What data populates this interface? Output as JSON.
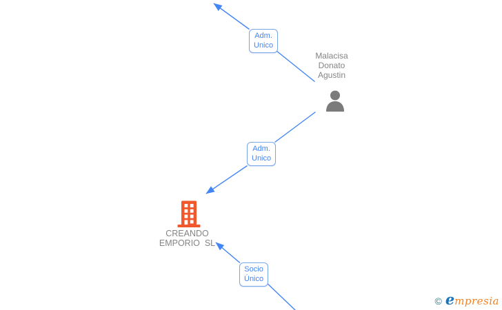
{
  "diagram": {
    "person_node": {
      "icon": "person-icon",
      "name_line1": "Malacisa",
      "name_line2": "Donato",
      "name_line3": "Agustin"
    },
    "company_node": {
      "icon": "building-icon",
      "name_line1": "CREANDO",
      "name_line2": "EMPORIO  SL"
    },
    "edge_labels": {
      "top": {
        "line1": "Adm.",
        "line2": "Unico"
      },
      "middle": {
        "line1": "Adm.",
        "line2": "Unico"
      },
      "bottom": {
        "line1": "Socio",
        "line2": "Único"
      }
    }
  },
  "footer": {
    "copyright_symbol": "©",
    "brand_initial": "e",
    "brand_rest": "mpresia"
  },
  "colors": {
    "edge_blue": "#4285F4",
    "box_border": "#79a5e9",
    "box_text": "#4285F4",
    "node_text_gray": "#848484",
    "person_gray": "#7b7b7b",
    "building_orange": "#F1582B",
    "logo_teal": "#2F7E8A",
    "logo_e_blue": "#1B75BC",
    "logo_orange": "#F58220"
  }
}
